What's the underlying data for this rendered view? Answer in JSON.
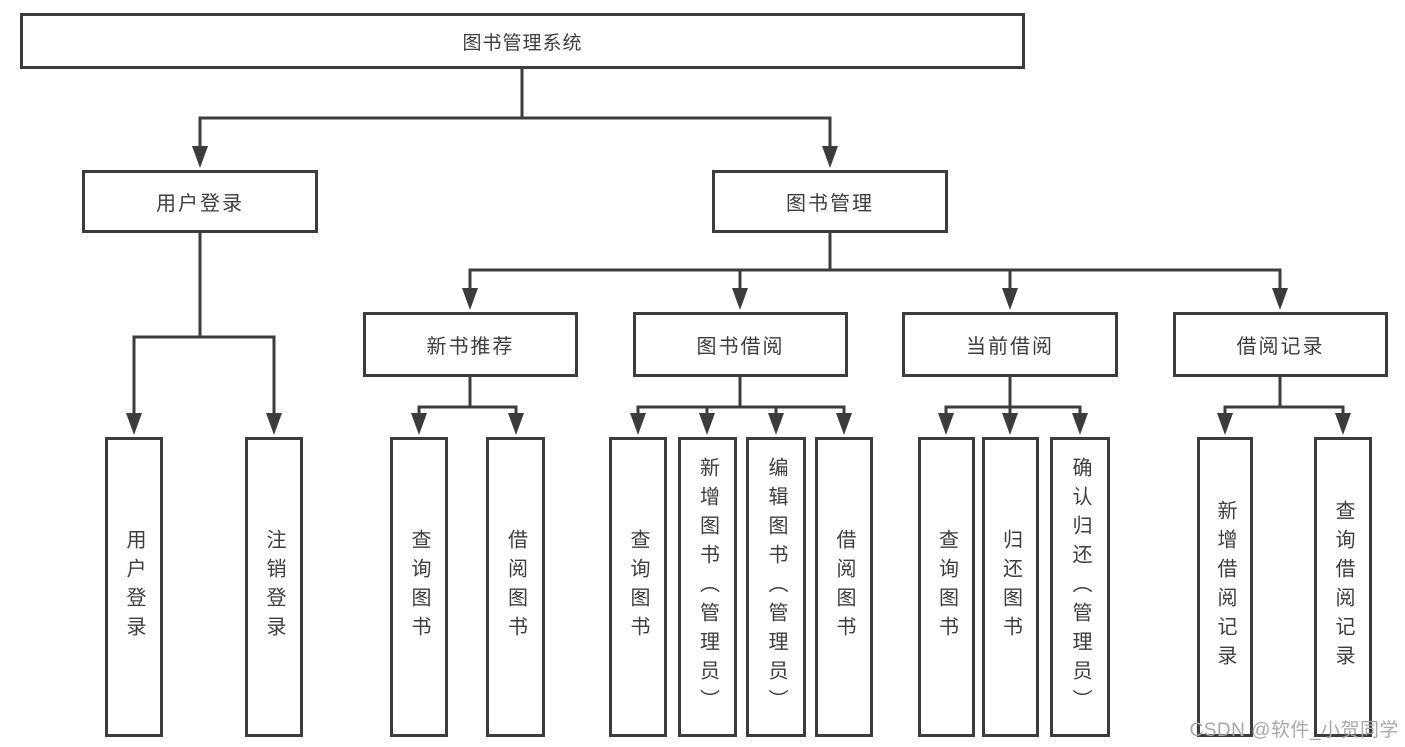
{
  "diagram": {
    "title": "图书管理系统",
    "level2": {
      "user_login": "用户登录",
      "book_mgmt": "图书管理"
    },
    "level3": {
      "new_books": "新书推荐",
      "book_borrow": "图书借阅",
      "current_borrow": "当前借阅",
      "borrow_records": "借阅记录"
    },
    "leaves": {
      "user_login": [
        "用户登录",
        "注销登录"
      ],
      "new_books": [
        "查询图书",
        "借阅图书"
      ],
      "book_borrow": [
        "查询图书",
        "新增图书（管理员）",
        "编辑图书（管理员）",
        "借阅图书"
      ],
      "current_borrow": [
        "查询图书",
        "归还图书",
        "确认归还（管理员）"
      ],
      "borrow_records": [
        "新增借阅记录",
        "查询借阅记录"
      ]
    }
  },
  "watermark": "CSDN @软件_小贺同学",
  "colors": {
    "line": "#3c3c3c",
    "text": "#3d3d3d",
    "watermark": "#a8a8a8",
    "background": "#ffffff"
  }
}
